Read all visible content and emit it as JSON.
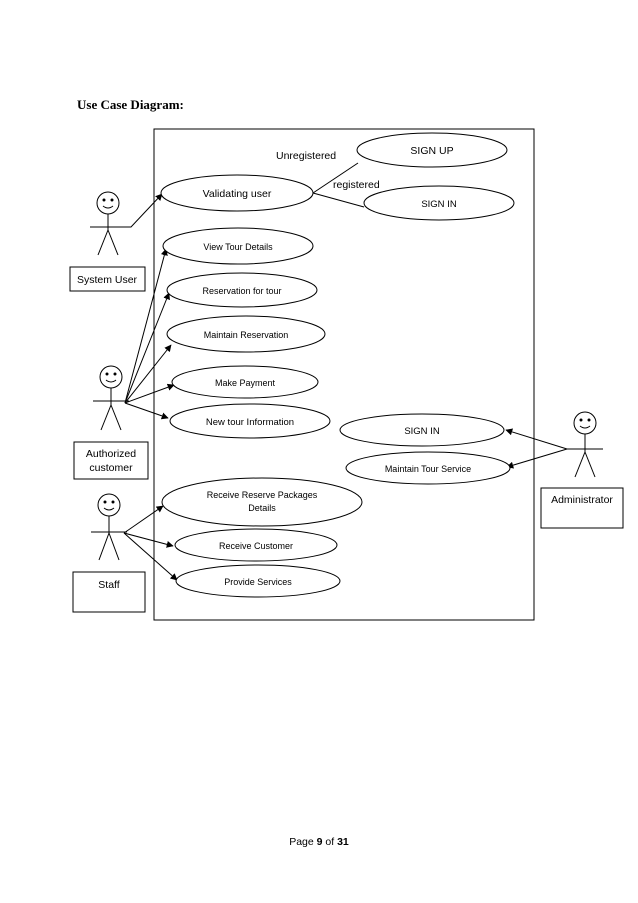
{
  "heading": "Use Case Diagram:",
  "footer": {
    "prefix": "Page ",
    "current": "9",
    "middle": " of ",
    "total": "31"
  },
  "actors": {
    "system_user": "System User",
    "authorized_customer": [
      "Authorized",
      "customer"
    ],
    "staff": "Staff",
    "administrator": "Administrator"
  },
  "use_cases": {
    "validating_user": "Validating user",
    "sign_up": "SIGN UP",
    "sign_in_top": "SIGN IN",
    "view_tour_details": "View Tour Details",
    "reservation_for_tour": "Reservation for tour",
    "maintain_reservation": "Maintain Reservation",
    "make_payment": "Make Payment",
    "new_tour_information": "New tour Information",
    "sign_in_admin": "SIGN IN",
    "maintain_tour_service": "Maintain Tour Service",
    "receive_reserve_packages": [
      "Receive Reserve Packages",
      "Details"
    ],
    "receive_customer": "Receive Customer",
    "provide_services": "Provide Services"
  },
  "labels": {
    "unregistered": "Unregistered",
    "registered": "registered"
  }
}
